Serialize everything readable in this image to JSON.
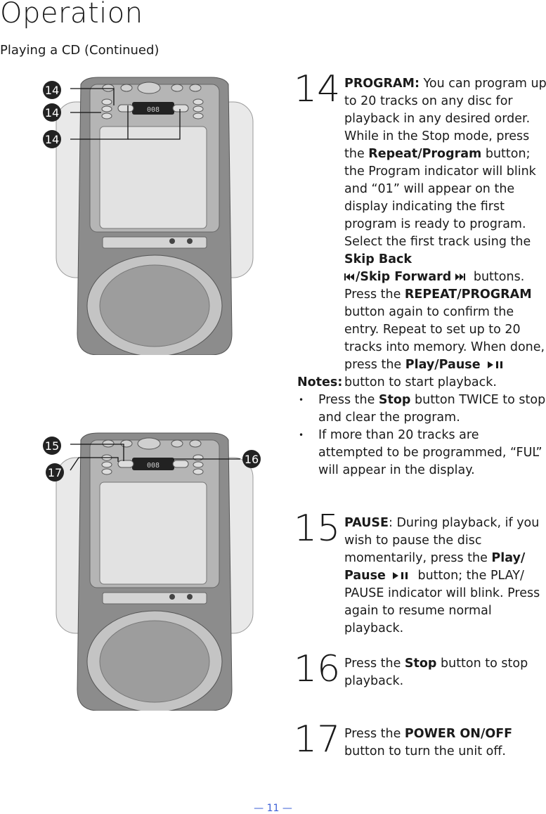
{
  "header": {
    "title": "Operation",
    "subtitle": "Playing a CD (Continued)"
  },
  "figures": {
    "top": {
      "display": "008",
      "callouts": [
        "14",
        "14",
        "14"
      ]
    },
    "bottom": {
      "display": "008",
      "callouts": [
        "15",
        "17",
        "16"
      ]
    }
  },
  "steps": [
    {
      "num": "14",
      "label": "PROGRAM:",
      "t1": " You can program up to 20 tracks on any disc for playback in any desired order. While in the Stop mode, press the ",
      "b1": "Repeat/Program",
      "t2": " button; the Program indicator will blink and “01” will appear on the display indicating the first program is ready to program. Select the first track using the ",
      "b2": "Skip Back",
      "b3": "/Skip Forward",
      "t3": " buttons. Press the ",
      "b4": "REPEAT/PROGRAM",
      "t4": " button again to confirm the entry. Repeat to set up to 20 tracks into memory. When done, press the ",
      "b5": "Play/Pause",
      "t5": " button to start playback."
    },
    {
      "num": "15",
      "label": "PAUSE",
      "t1": ": During playback, if you wish to pause the disc momentarily, press the ",
      "b1": "Play/ Pause",
      "t2": " button; the PLAY/ PAUSE indicator will blink. Press again to resume normal playback."
    },
    {
      "num": "16",
      "t1": "Press the ",
      "b1": "Stop",
      "t2": " button to stop playback."
    },
    {
      "num": "17",
      "t1": "Press the ",
      "b1": "POWER ON/OFF",
      "t2": " button to turn the unit off."
    }
  ],
  "notes": {
    "heading": "Notes:",
    "n1a": "Press the ",
    "n1b": "Stop",
    "n1c": " button TWICE to stop and clear the program.",
    "n2": "If more than 20 tracks are attempted to be programmed, “FUL” will appear in the display."
  },
  "footer": {
    "page": "— 11 —"
  },
  "icons": [
    "skip-back-icon",
    "skip-forward-icon",
    "play-pause-icon"
  ]
}
